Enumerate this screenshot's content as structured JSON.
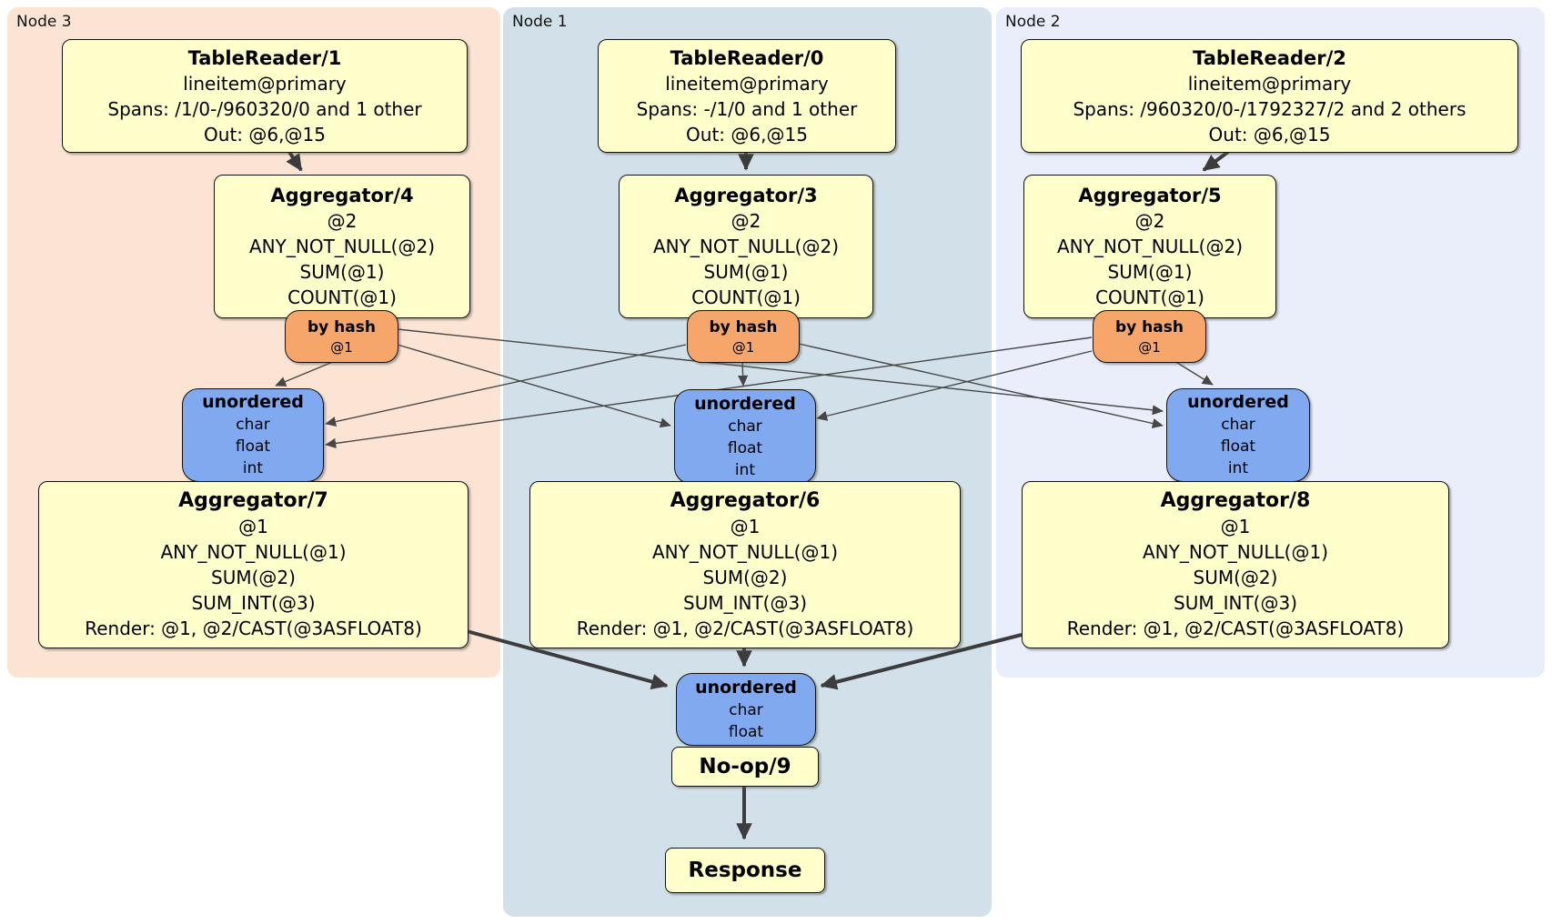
{
  "nodes": {
    "node3": {
      "label": "Node 3"
    },
    "node1": {
      "label": "Node 1"
    },
    "node2": {
      "label": "Node 2"
    }
  },
  "boxes": {
    "tr1": {
      "title": "TableReader/1",
      "lines": [
        "lineitem@primary",
        "Spans: /1/0-/960320/0 and 1 other",
        "Out: @6,@15"
      ]
    },
    "tr0": {
      "title": "TableReader/0",
      "lines": [
        "lineitem@primary",
        "Spans: -/1/0 and 1 other",
        "Out: @6,@15"
      ]
    },
    "tr2": {
      "title": "TableReader/2",
      "lines": [
        "lineitem@primary",
        "Spans: /960320/0-/1792327/2 and 2 others",
        "Out: @6,@15"
      ]
    },
    "agg4": {
      "title": "Aggregator/4",
      "lines": [
        "@2",
        "ANY_NOT_NULL(@2)",
        "SUM(@1)",
        "COUNT(@1)"
      ]
    },
    "agg3": {
      "title": "Aggregator/3",
      "lines": [
        "@2",
        "ANY_NOT_NULL(@2)",
        "SUM(@1)",
        "COUNT(@1)"
      ]
    },
    "agg5": {
      "title": "Aggregator/5",
      "lines": [
        "@2",
        "ANY_NOT_NULL(@2)",
        "SUM(@1)",
        "COUNT(@1)"
      ]
    },
    "bh3": {
      "title": "by hash",
      "lines": [
        "@1"
      ]
    },
    "bh1": {
      "title": "by hash",
      "lines": [
        "@1"
      ]
    },
    "bh2": {
      "title": "by hash",
      "lines": [
        "@1"
      ]
    },
    "u3": {
      "title": "unordered",
      "lines": [
        "char",
        "float",
        "int"
      ]
    },
    "u1": {
      "title": "unordered",
      "lines": [
        "char",
        "float",
        "int"
      ]
    },
    "u2": {
      "title": "unordered",
      "lines": [
        "char",
        "float",
        "int"
      ]
    },
    "agg7": {
      "title": "Aggregator/7",
      "lines": [
        "@1",
        "ANY_NOT_NULL(@1)",
        "SUM(@2)",
        "SUM_INT(@3)",
        "Render: @1, @2/CAST(@3ASFLOAT8)"
      ]
    },
    "agg6": {
      "title": "Aggregator/6",
      "lines": [
        "@1",
        "ANY_NOT_NULL(@1)",
        "SUM(@2)",
        "SUM_INT(@3)",
        "Render: @1, @2/CAST(@3ASFLOAT8)"
      ]
    },
    "agg8": {
      "title": "Aggregator/8",
      "lines": [
        "@1",
        "ANY_NOT_NULL(@1)",
        "SUM(@2)",
        "SUM_INT(@3)",
        "Render: @1, @2/CAST(@3ASFLOAT8)"
      ]
    },
    "ub": {
      "title": "unordered",
      "lines": [
        "char",
        "float"
      ]
    },
    "noop": {
      "title": "No-op/9"
    },
    "resp": {
      "title": "Response"
    }
  },
  "edges": [
    {
      "from": "TableReader/1",
      "to": "Aggregator/4"
    },
    {
      "from": "TableReader/0",
      "to": "Aggregator/3"
    },
    {
      "from": "TableReader/2",
      "to": "Aggregator/5"
    },
    {
      "from": "by-hash-node3",
      "to": "unordered-node3"
    },
    {
      "from": "by-hash-node3",
      "to": "unordered-node1"
    },
    {
      "from": "by-hash-node3",
      "to": "unordered-node2"
    },
    {
      "from": "by-hash-node1",
      "to": "unordered-node3"
    },
    {
      "from": "by-hash-node1",
      "to": "unordered-node1"
    },
    {
      "from": "by-hash-node1",
      "to": "unordered-node2"
    },
    {
      "from": "by-hash-node2",
      "to": "unordered-node3"
    },
    {
      "from": "by-hash-node2",
      "to": "unordered-node1"
    },
    {
      "from": "by-hash-node2",
      "to": "unordered-node2"
    },
    {
      "from": "Aggregator/7",
      "to": "unordered-final"
    },
    {
      "from": "Aggregator/6",
      "to": "unordered-final"
    },
    {
      "from": "Aggregator/8",
      "to": "unordered-final"
    },
    {
      "from": "No-op/9",
      "to": "Response"
    }
  ],
  "colors": {
    "node3_bg": "#fce4d4",
    "node1_bg": "#d2e1e9",
    "node2_bg": "#e9eefa",
    "processor_bg": "#ffffcc",
    "router_bg": "#f6a66b",
    "sync_bg": "#80a9f0",
    "edge": "#3c3c3c"
  }
}
